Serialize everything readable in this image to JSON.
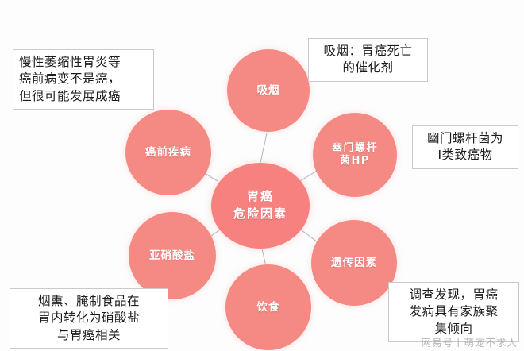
{
  "diagram": {
    "type": "radial-mindmap",
    "title": "胃癌危险因素",
    "colors": {
      "center_circle": "#F7817F",
      "satellite_circle": "#F58A84",
      "connector_line": "#B9B9C2",
      "box_border": "#C9C9CF",
      "background": "#FDFDFD",
      "node_text": "#FFFFFF",
      "box_text": "#1B1B1B",
      "watermark_text": "#A9A9AD"
    },
    "center": {
      "line1": "胃癌",
      "line2": "危险因素"
    },
    "nodes": [
      {
        "id": "smoking",
        "line1": "吸烟",
        "line2": ""
      },
      {
        "id": "hp",
        "line1": "幽门螺杆",
        "line2": "菌HP"
      },
      {
        "id": "precancer",
        "line1": "癌前疾病",
        "line2": ""
      },
      {
        "id": "nitrite",
        "line1": "亚硝酸盐",
        "line2": ""
      },
      {
        "id": "diet",
        "line1": "饮食",
        "line2": ""
      },
      {
        "id": "genetic",
        "line1": "遗传因素",
        "line2": ""
      }
    ],
    "notes": {
      "precancer": {
        "line1": "慢性萎缩性胃炎等",
        "line2": "癌前病变不是癌，",
        "line3": "但很可能发展成癌"
      },
      "smoking": {
        "line1": "吸烟：胃癌死亡",
        "line2": "的催化剂"
      },
      "hp": {
        "line1": "幽门螺杆菌为",
        "line2": "Ⅰ类致癌物"
      },
      "nitrite": {
        "line1": "烟熏、腌制食品在",
        "line2": "胃内转化为硝酸盐",
        "line3": "与胃癌相关"
      },
      "genetic": {
        "line1": "调查发现，胃癌",
        "line2": "发病具有家族聚",
        "line3": "集倾向"
      }
    },
    "watermark": "网易号丨萌宠不求人"
  }
}
